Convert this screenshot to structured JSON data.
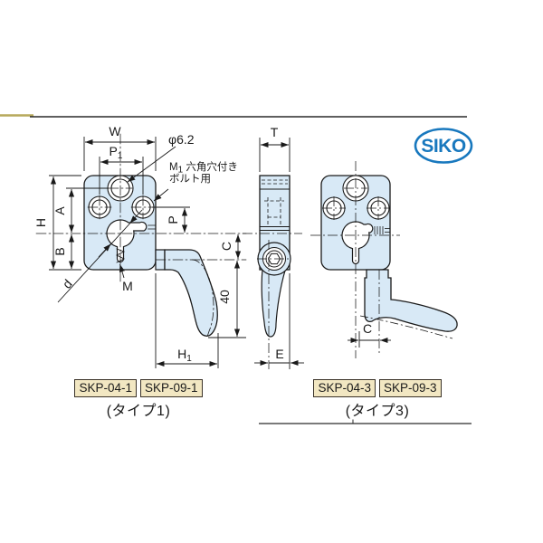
{
  "page": {
    "background": "#ffffff",
    "top_rule_accent_color": "#b7a95c",
    "rule_color": "#2a2a2a"
  },
  "logo": {
    "text": "SIKO",
    "color": "#1878be"
  },
  "drawing": {
    "part_fill": "#d8e9f6",
    "line_color": "#1a1a1a",
    "views": {
      "type1_front": {
        "dim_w": "W",
        "dim_p1": {
          "base": "P",
          "sub": "1"
        },
        "dim_phi": "φ6.2",
        "note_bolt": {
          "base": "M",
          "sub": "1",
          "rest": " 六角穴付き",
          "line2": "ボルト用"
        },
        "dim_h": "H",
        "dim_a": "A",
        "dim_b": "B",
        "dim_p": "P",
        "dim_c": "C",
        "dim_d": "d",
        "dim_m": "M",
        "dim_40": "40",
        "dim_h1": {
          "base": "H",
          "sub": "1"
        }
      },
      "side": {
        "dim_t": "T",
        "dim_e": "E"
      },
      "type3_front": {
        "dim_c": "C"
      }
    }
  },
  "catalog": {
    "type1": {
      "codes": [
        "SKP-04-1",
        "SKP-09-1"
      ],
      "type_label": "(タイプ1)"
    },
    "type3": {
      "codes": [
        "SKP-04-3",
        "SKP-09-3"
      ],
      "type_label": "(タイプ3)"
    }
  }
}
